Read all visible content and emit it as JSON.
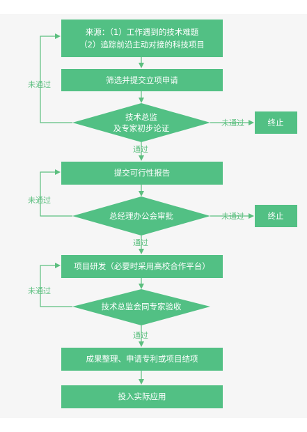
{
  "nodes": {
    "source_line1": "来源：（1）工作遇到的技术难题",
    "source_line2": "（2）追踪前沿主动对接的科技项目",
    "screen": "筛选并提交立项申请",
    "review1_line1": "技术总监",
    "review1_line2": "及专家初步论证",
    "end1": "终止",
    "feasibility": "提交可行性报告",
    "approve": "总经理办公会审批",
    "end2": "终止",
    "develop": "项目研发（必要时采用高校合作平台）",
    "acceptance": "技术总监会同专家验收",
    "summary": "成果整理、申请专利或项目结项",
    "apply": "投入实际应用"
  },
  "labels": {
    "fail_back_1": "未通过",
    "fail_right_1": "未通过",
    "pass_1": "通过",
    "fail_back_2": "未通过",
    "fail_right_2": "未通过",
    "pass_2": "通过",
    "fail_back_3": "未通过",
    "pass_3": "通过"
  },
  "colors": {
    "box": "#52c084",
    "line": "#5cbf7f",
    "text": "#ffffff"
  }
}
